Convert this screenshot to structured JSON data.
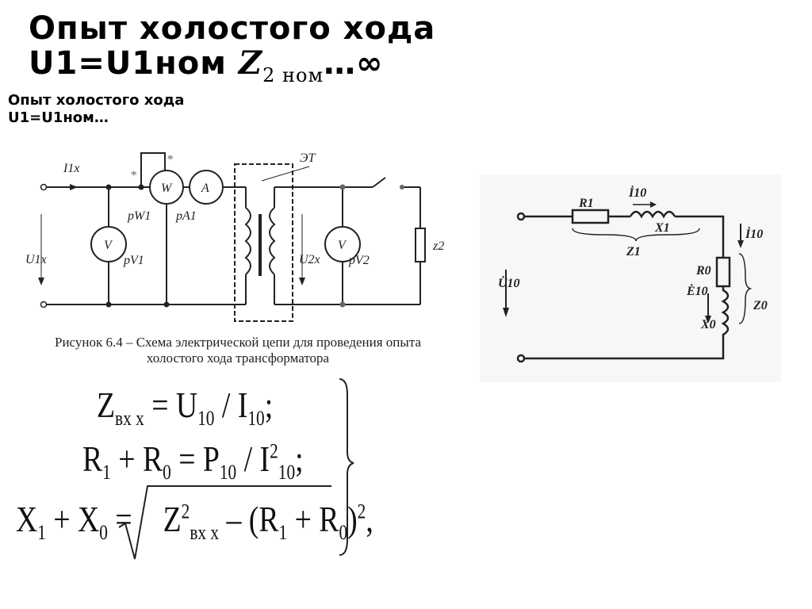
{
  "title": {
    "line1": "Опыт холостого хода",
    "line2_prefix": "U1=U1ном ",
    "z": "Z",
    "z_sub": "2 ном",
    "line2_suffix": "…∞",
    "small_line1": "Опыт холостого хода",
    "small_line2": "U1=U1ном…"
  },
  "left_diagram": {
    "labels": {
      "i1x": "I1x",
      "u1x": "U1x",
      "w": "W",
      "a": "A",
      "v1": "V",
      "v2": "V",
      "pw1": "pW1",
      "pa1": "pA1",
      "pv1": "pV1",
      "pv2": "pV2",
      "et": "ЭТ",
      "u2x": "U2x",
      "z2": "z2",
      "star": "*"
    },
    "caption_line1": "Рисунок 6.4 – Схема электрической цепи для проведения опыта",
    "caption_line2": "холостого хода трансформатора"
  },
  "right_diagram": {
    "labels": {
      "r1": "R1",
      "i10": "İ10",
      "x1": "X1",
      "z1": "Z1",
      "u10": "U̇10",
      "r0": "R0",
      "e10": "Ė10",
      "x0": "X0",
      "z0": "Z0",
      "i10b": "İ10"
    }
  },
  "formulas": {
    "f1_lhs": "Z",
    "f1_lhs_sub": "вх х",
    "f1_rhs": " = U",
    "f1_rhs_sub1": "10",
    "f1_mid": " / I",
    "f1_rhs_sub2": "10",
    "f1_end": ";",
    "f2_a": "R",
    "f2_a_sub": "1",
    "f2_b": " + R",
    "f2_b_sub": "0",
    "f2_c": " = P",
    "f2_c_sub": "10",
    "f2_d": " / I",
    "f2_d_sup": "2",
    "f2_d_sub": "10",
    "f2_end": ";",
    "f3_a": "X",
    "f3_a_sub": "1",
    "f3_b": " + X",
    "f3_b_sub": "0",
    "f3_c": " = ",
    "f3_d": "Z",
    "f3_d_sup": "2",
    "f3_d_sub": "вх х",
    "f3_e": " – (R",
    "f3_e_sub": "1",
    "f3_f": " + R",
    "f3_f_sub": "0",
    "f3_g": ")",
    "f3_g_sup": "2",
    "f3_end": ","
  }
}
